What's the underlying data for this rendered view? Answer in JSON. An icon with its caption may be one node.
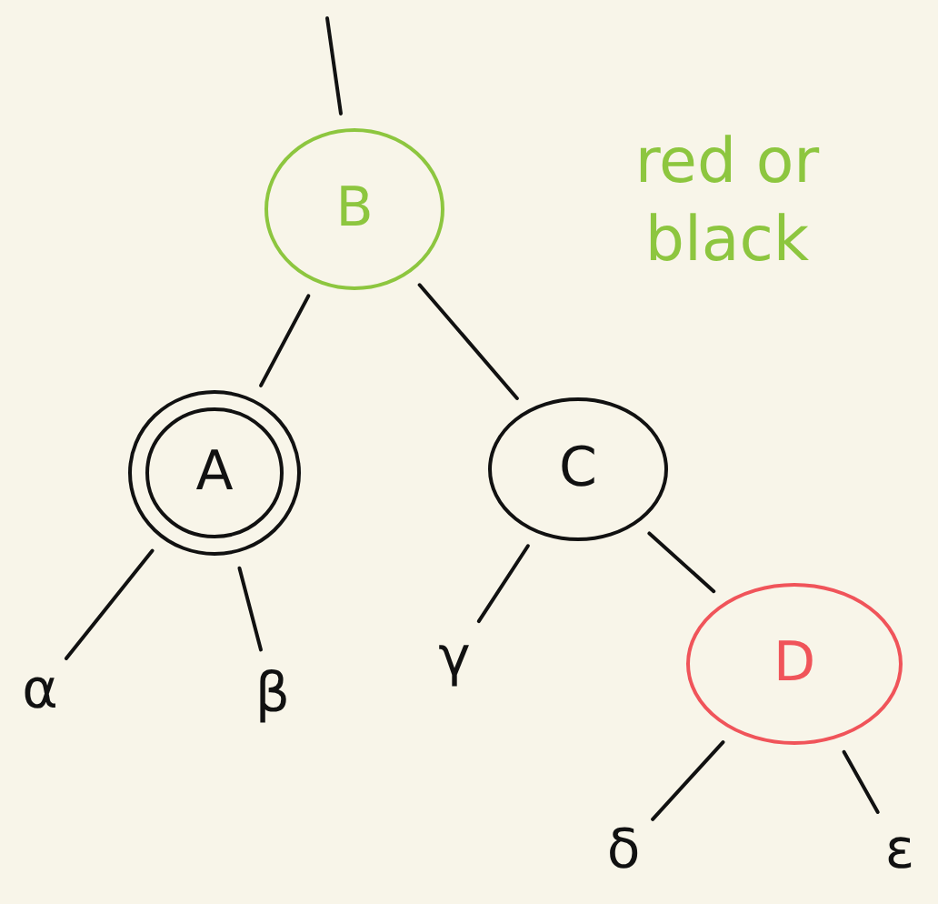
{
  "diagram": {
    "nodes": [
      {
        "text": [
          "B"
        ]
      },
      {
        "text": [
          "A"
        ]
      },
      {
        "text": [
          "C"
        ]
      },
      {
        "text": [
          "α"
        ]
      },
      {
        "text": [
          "β"
        ]
      },
      {
        "text": [
          "γ"
        ]
      },
      {
        "text": [
          "D"
        ]
      },
      {
        "text": [
          "δ"
        ]
      },
      {
        "text": [
          "ε"
        ]
      }
    ],
    "edges": [
      {
        "from": null,
        "to": 0,
        "arrow": "none"
      },
      {
        "from": 0,
        "to": 1,
        "arrow": "none"
      },
      {
        "from": 0,
        "to": 2,
        "arrow": "none"
      },
      {
        "from": 1,
        "to": 3,
        "arrow": "none"
      },
      {
        "from": 1,
        "to": 4,
        "arrow": "none"
      },
      {
        "from": 2,
        "to": 5,
        "arrow": "none"
      },
      {
        "from": 2,
        "to": 6,
        "arrow": "none"
      },
      {
        "from": 6,
        "to": 7,
        "arrow": "none"
      },
      {
        "from": 6,
        "to": 8,
        "arrow": "none"
      }
    ],
    "labels": [
      "red or black"
    ]
  }
}
